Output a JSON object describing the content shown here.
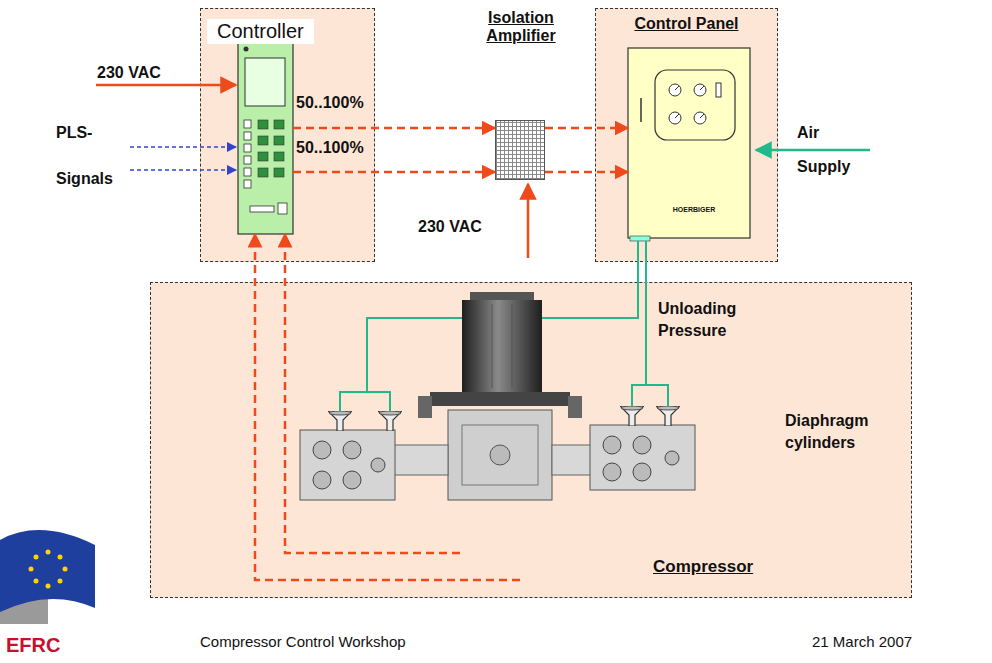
{
  "diagram": {
    "nodes": [
      {
        "text": [
          "Controller"
        ]
      },
      {
        "text": [
          "Isolation Amplifier"
        ]
      },
      {
        "text": [
          "Control Panel"
        ]
      },
      {
        "text": [
          "Compressor"
        ]
      }
    ],
    "edges": [
      {
        "from": 0,
        "to": 1,
        "label": "50..100%",
        "arrow": "to"
      },
      {
        "from": 0,
        "to": 1,
        "label": "50..100%",
        "arrow": "to"
      },
      {
        "from": 1,
        "to": 2,
        "arrow": "to"
      },
      {
        "from": 1,
        "to": 2,
        "arrow": "to"
      },
      {
        "from": 2,
        "to": 3,
        "label": "Unloading Pressure",
        "arrow": "none"
      },
      {
        "from": 3,
        "to": 0,
        "arrow": "to"
      },
      {
        "from": 3,
        "to": 0,
        "arrow": "to"
      }
    ],
    "labels": [
      "230 VAC",
      "PLS- Signals",
      "230 VAC",
      "Air Supply",
      "HOERBIGER",
      "Diaphragm cylinders",
      "EFRC",
      "Compressor Control Workshop",
      "21 March 2007"
    ]
  }
}
